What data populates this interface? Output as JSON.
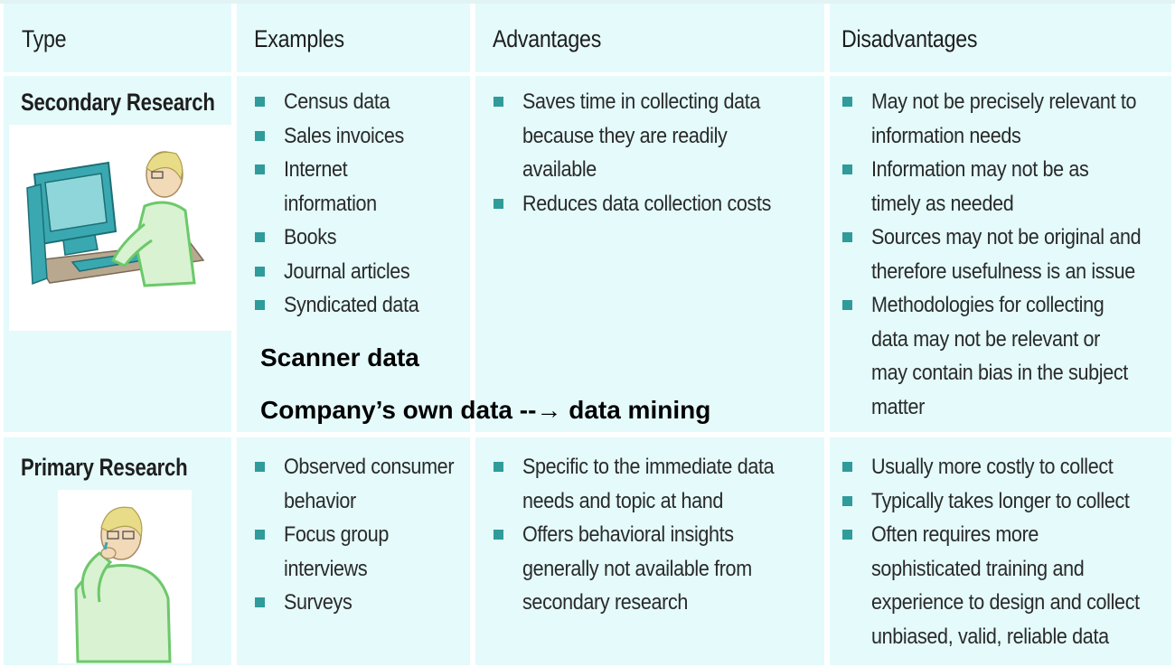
{
  "headers": {
    "type": "Type",
    "examples": "Examples",
    "advantages": "Advantages",
    "disadvantages": "Disadvantages"
  },
  "rows": [
    {
      "type": "Secondary Research",
      "examples": [
        "Census data",
        "Sales invoices",
        "Internet",
        "information",
        "Books",
        "Journal articles",
        "Syndicated data"
      ],
      "advantages": [
        "Saves time in collecting data",
        "because they are readily",
        "available",
        "Reduces data collection costs"
      ],
      "disadvantages": [
        "May not be precisely relevant to",
        "information needs",
        "Information may not be as",
        "timely as needed",
        "Sources may not be original and",
        "therefore usefulness is an issue",
        "Methodologies for collecting",
        "data may not be relevant or",
        "may contain bias in the subject",
        "matter"
      ]
    },
    {
      "type": "Primary Research",
      "examples": [
        "Observed consumer",
        "behavior",
        "Focus group",
        "interviews",
        "Surveys"
      ],
      "advantages": [
        "Specific to the immediate data",
        "needs and topic at hand",
        "Offers behavioral insights",
        "generally not available from",
        "secondary research"
      ],
      "disadvantages": [
        "Usually more costly to collect",
        "Typically takes longer to collect",
        "Often requires more",
        "sophisticated training and",
        "experience to design and collect",
        "unbiased, valid, reliable data"
      ]
    }
  ],
  "notes": {
    "scanner": "Scanner data",
    "company": "Company’s own data  --→ data mining"
  },
  "colors": {
    "cell_bg": "#e4fafb",
    "bullet": "#2f9b9b",
    "illustration_green": "#6cc86a",
    "illustration_teal": "#3aa8b0"
  }
}
